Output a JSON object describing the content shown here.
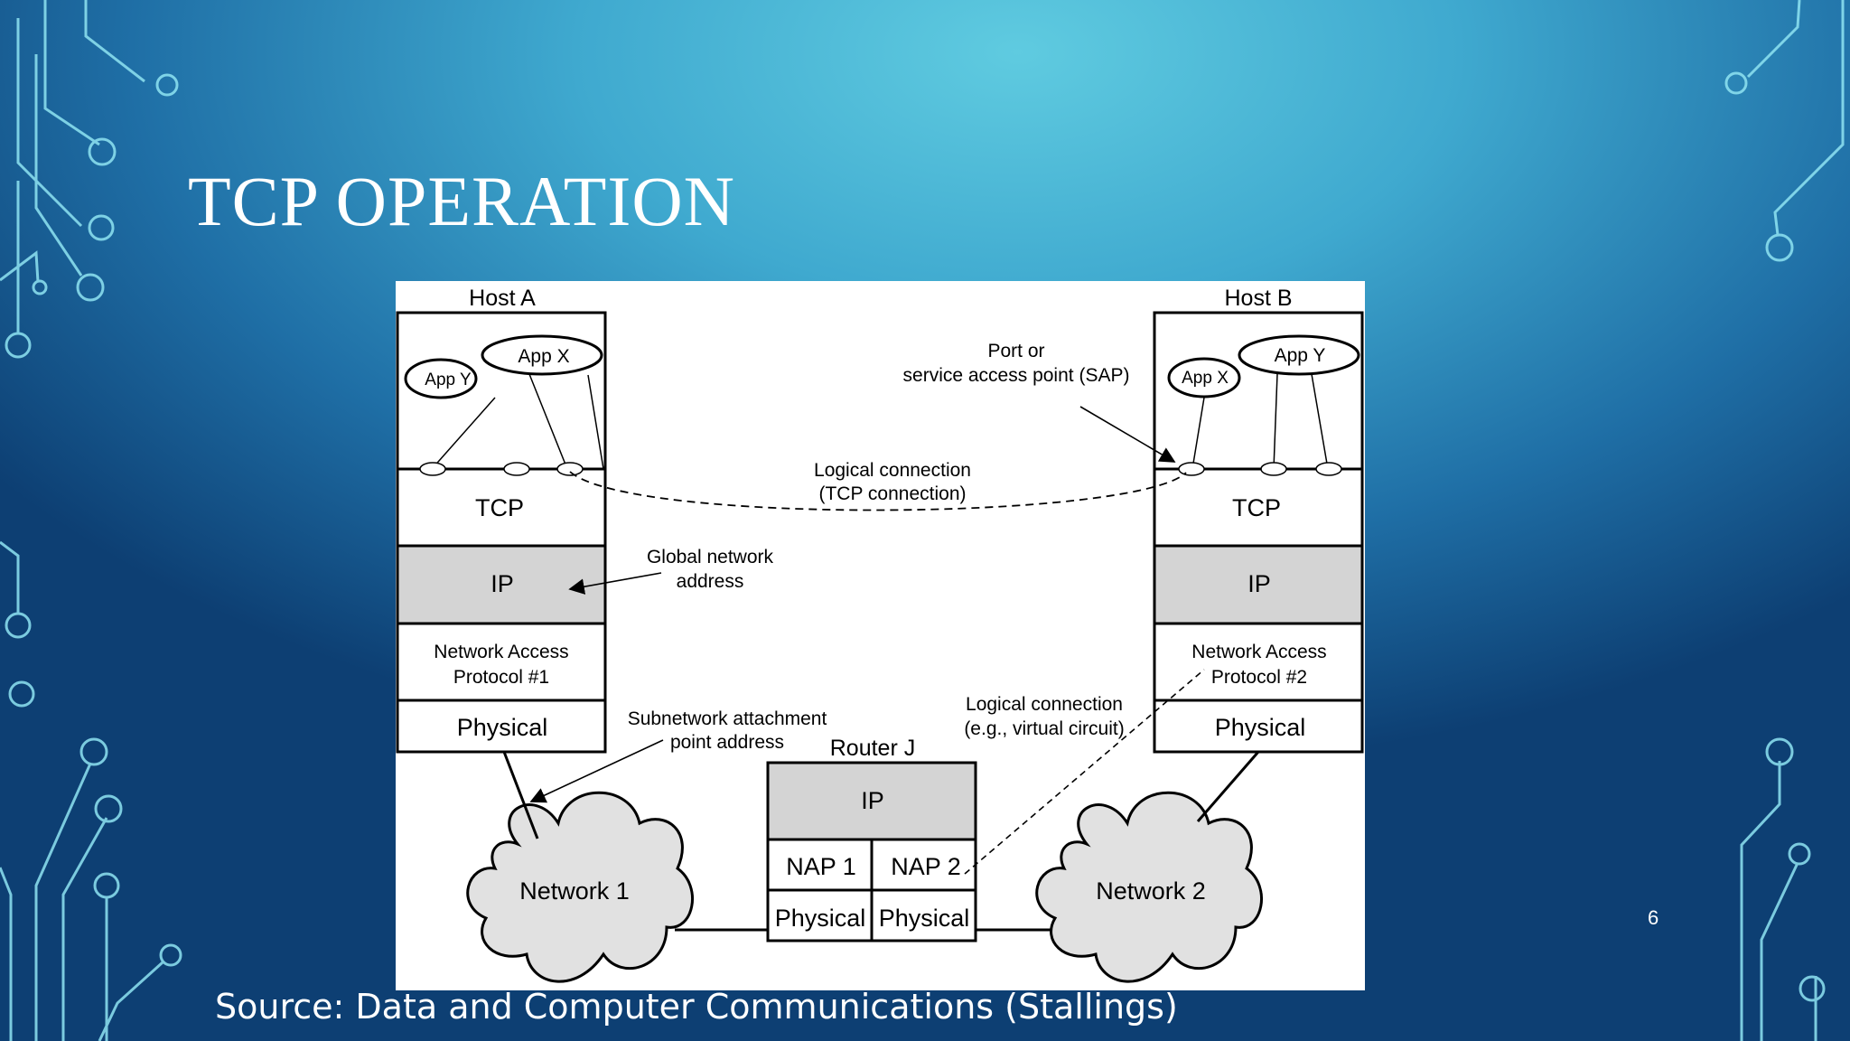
{
  "slide": {
    "title": "TCP OPERATION",
    "source": "Source: Data and Computer Communications (Stallings)",
    "page_number": "6"
  },
  "diagram": {
    "host_a": {
      "label": "Host A",
      "app_y": "App Y",
      "app_x": "App X",
      "tcp": "TCP",
      "ip": "IP",
      "nap_line1": "Network Access",
      "nap_line2": "Protocol #1",
      "physical": "Physical"
    },
    "host_b": {
      "label": "Host B",
      "app_x": "App X",
      "app_y": "App Y",
      "tcp": "TCP",
      "ip": "IP",
      "nap_line1": "Network Access",
      "nap_line2": "Protocol #2",
      "physical": "Physical"
    },
    "router": {
      "label": "Router J",
      "ip": "IP",
      "nap1": "NAP 1",
      "nap2": "NAP 2",
      "physical1": "Physical",
      "physical2": "Physical"
    },
    "networks": {
      "network1": "Network 1",
      "network2": "Network 2"
    },
    "annotations": {
      "port_line1": "Port or",
      "port_line2": "service access point (SAP)",
      "logical_tcp_line1": "Logical connection",
      "logical_tcp_line2": "(TCP connection)",
      "global_line1": "Global network",
      "global_line2": "address",
      "subnet_line1": "Subnetwork attachment",
      "subnet_line2": "point address",
      "logical_vc_line1": "Logical connection",
      "logical_vc_line2": "(e.g., virtual circuit)"
    },
    "colors": {
      "ip_fill": "#d4d4d4",
      "cloud_fill": "#e1e1e1"
    }
  }
}
